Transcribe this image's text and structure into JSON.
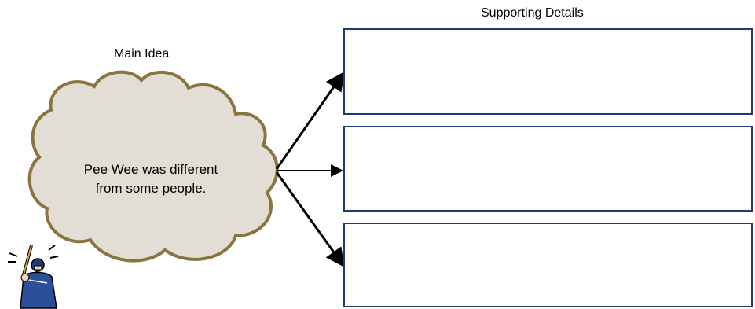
{
  "diagram": {
    "main_idea_label": "Main Idea",
    "supporting_details_label": "Supporting Details",
    "main_idea_text_line1": "Pee Wee was different",
    "main_idea_text_line2": "from some people.",
    "details": [
      {
        "text": ""
      },
      {
        "text": ""
      },
      {
        "text": ""
      }
    ],
    "colors": {
      "cloud_fill": "#e2ded6",
      "cloud_stroke": "#8a7440",
      "box_border": "#1f3a7a",
      "arrow": "#000000"
    },
    "icons": [
      "baseball-player-icon"
    ]
  }
}
